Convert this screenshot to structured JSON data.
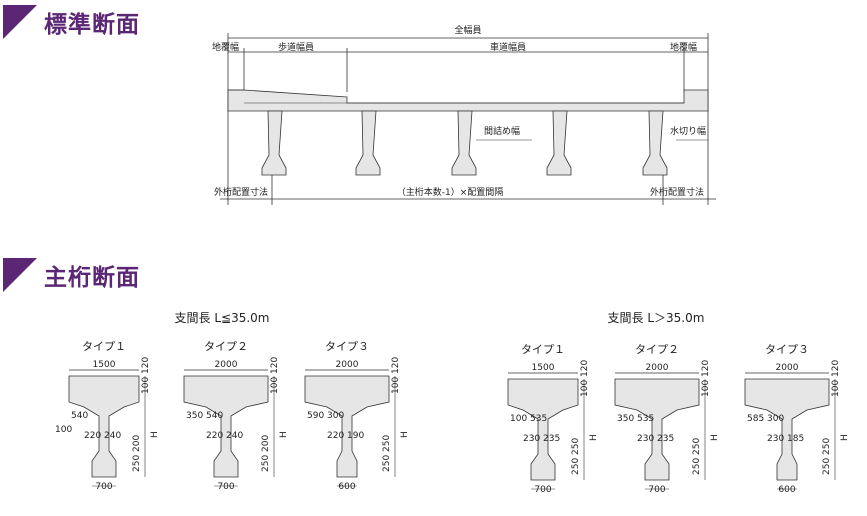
{
  "sections": {
    "standard": {
      "title": "標準断面"
    },
    "girder": {
      "title": "主桁断面"
    }
  },
  "top_diagram": {
    "total_width": "全幅員",
    "curb_left": "地覆幅",
    "curb_right": "地覆幅",
    "sidewalk": "歩道幅員",
    "roadway": "車道幅員",
    "gap": "間詰め幅",
    "drip": "水切り幅",
    "outer_left": "外桁配置寸法",
    "outer_right": "外桁配置寸法",
    "spacing": "（主桁本数-1）×配置間隔"
  },
  "groups": [
    {
      "caption": "支間長 L≦35.0m",
      "types": [
        {
          "name": "タイプ１",
          "top": "1500",
          "web_top": "540",
          "web_left": "",
          "side": "100",
          "w1": "220",
          "w2": "240",
          "bottom": "700",
          "r_top1": "100",
          "r_top2": "120",
          "h": "H",
          "r_b1": "250",
          "r_b2": "200"
        },
        {
          "name": "タイプ２",
          "top": "2000",
          "web_top": "540",
          "web_left": "350",
          "side": "",
          "w1": "220",
          "w2": "240",
          "bottom": "700",
          "r_top1": "100",
          "r_top2": "120",
          "h": "H",
          "r_b1": "250",
          "r_b2": "200"
        },
        {
          "name": "タイプ３",
          "top": "2000",
          "web_top": "300",
          "web_left": "590",
          "side": "",
          "w1": "220",
          "w2": "190",
          "bottom": "600",
          "r_top1": "100",
          "r_top2": "120",
          "h": "H",
          "r_b1": "250",
          "r_b2": "250"
        }
      ]
    },
    {
      "caption": "支間長 L＞35.0m",
      "types": [
        {
          "name": "タイプ１",
          "top": "1500",
          "web_top": "535",
          "web_left": "100",
          "side": "",
          "w1": "230",
          "w2": "235",
          "bottom": "700",
          "r_top1": "100",
          "r_top2": "120",
          "h": "H",
          "r_b1": "250",
          "r_b2": "250"
        },
        {
          "name": "タイプ２",
          "top": "2000",
          "web_top": "535",
          "web_left": "350",
          "side": "",
          "w1": "230",
          "w2": "235",
          "bottom": "700",
          "r_top1": "100",
          "r_top2": "120",
          "h": "H",
          "r_b1": "250",
          "r_b2": "250"
        },
        {
          "name": "タイプ３",
          "top": "2000",
          "web_top": "300",
          "web_left": "585",
          "side": "",
          "w1": "230",
          "w2": "185",
          "bottom": "600",
          "r_top1": "100",
          "r_top2": "120",
          "h": "H",
          "r_b1": "250",
          "r_b2": "250"
        }
      ]
    }
  ],
  "colors": {
    "accent": "#5b2775",
    "concrete": "#e6e6e6",
    "line": "#333333"
  }
}
